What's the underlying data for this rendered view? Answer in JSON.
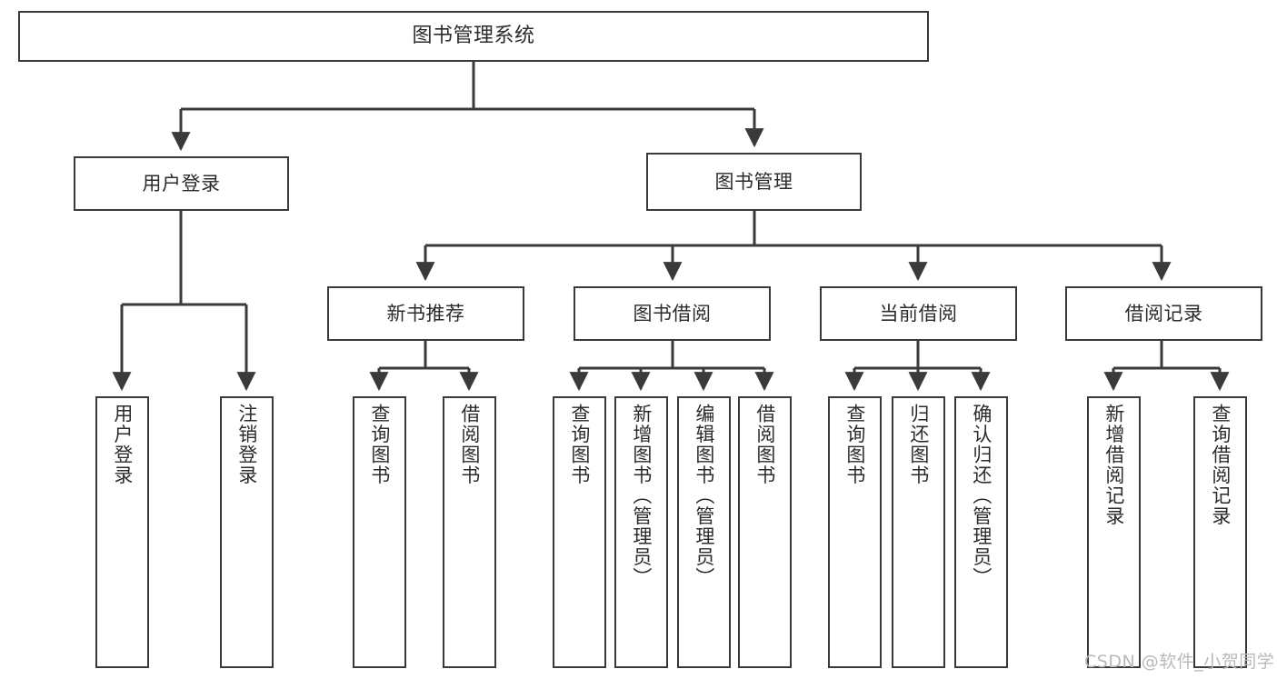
{
  "diagram": {
    "title": "图书管理系统",
    "type": "functional-structure-tree",
    "watermark": "CSDN @软件_小贺同学",
    "levels": {
      "root": {
        "label": "图书管理系统"
      },
      "level1": [
        {
          "label": "用户登录"
        },
        {
          "label": "图书管理"
        }
      ],
      "level2": [
        {
          "label": "新书推荐"
        },
        {
          "label": "图书借阅"
        },
        {
          "label": "当前借阅"
        },
        {
          "label": "借阅记录"
        }
      ],
      "leaves_user_login": [
        {
          "label": "用户登录"
        },
        {
          "label": "注销登录"
        }
      ],
      "leaves_new_books": [
        {
          "label": "查询图书"
        },
        {
          "label": "借阅图书"
        }
      ],
      "leaves_borrow": [
        {
          "label": "查询图书"
        },
        {
          "label": "新增图书（管理员）"
        },
        {
          "label": "编辑图书（管理员）"
        },
        {
          "label": "借阅图书"
        }
      ],
      "leaves_current": [
        {
          "label": "查询图书"
        },
        {
          "label": "归还图书"
        },
        {
          "label": "确认归还（管理员）"
        }
      ],
      "leaves_records": [
        {
          "label": "新增借阅记录"
        },
        {
          "label": "查询借阅记录"
        }
      ]
    },
    "colors": {
      "stroke": "#3a3a3a",
      "fill": "#ffffff",
      "text": "#2b2b2b",
      "watermark": "#b9b9b9"
    }
  }
}
